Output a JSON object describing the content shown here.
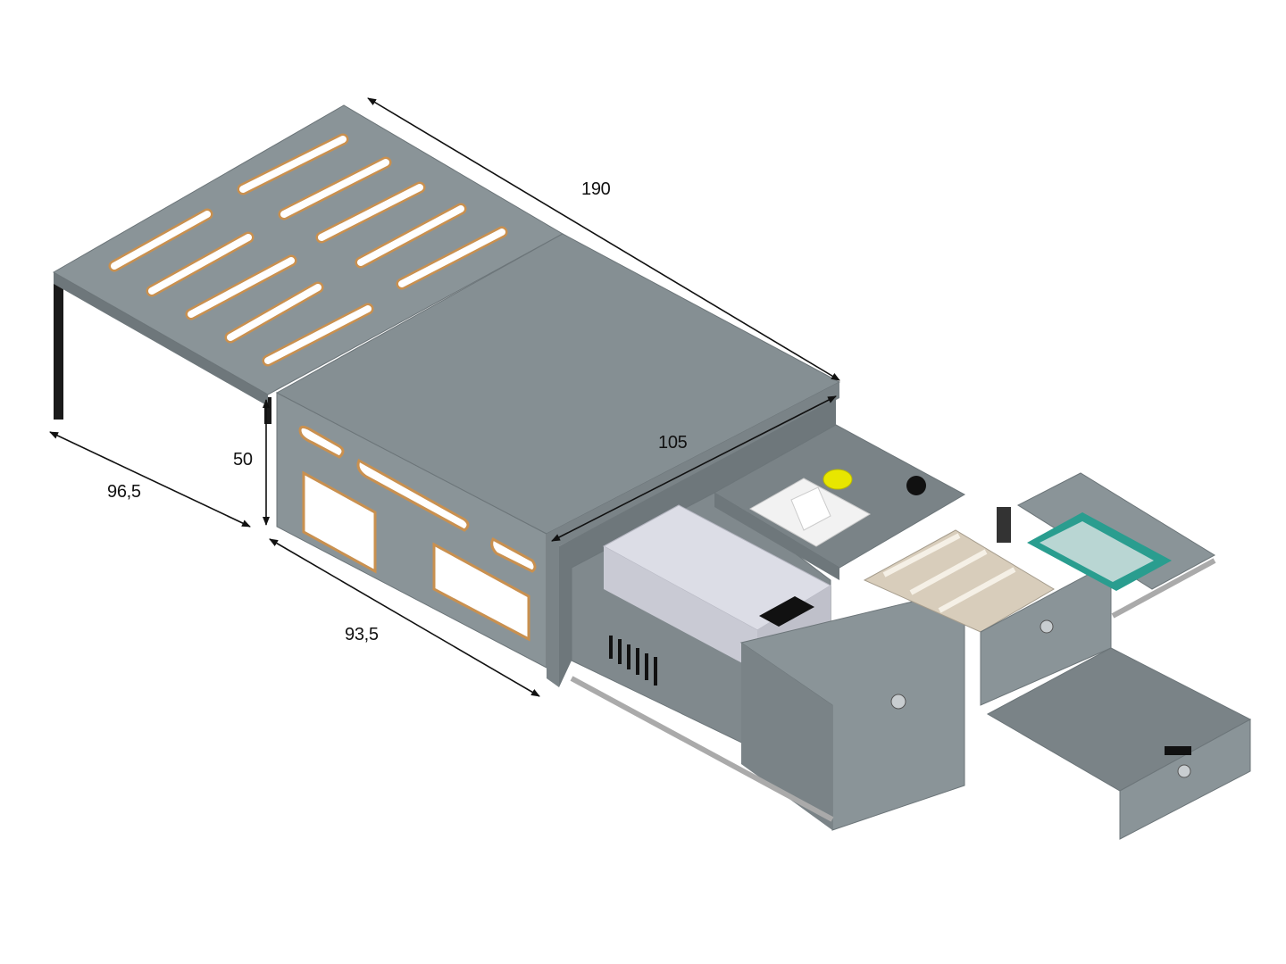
{
  "dimensions": {
    "total_length": "190",
    "module_length": "105",
    "height": "50",
    "width_front": "96,5",
    "width_side": "93,5"
  },
  "colors": {
    "panel_gray": "#8a9498",
    "panel_top": "#858f93",
    "panel_dark": "#6e777b",
    "plywood_edge": "#c9904f",
    "leg_black": "#1a1a1a",
    "arrow": "#111111",
    "fridge": "#dcdde6",
    "water_tank": "#f2f2f2",
    "cap_yellow": "#e8e600",
    "sink_teal": "#2a9d8f",
    "cutting_board": "#d8cdbb"
  }
}
